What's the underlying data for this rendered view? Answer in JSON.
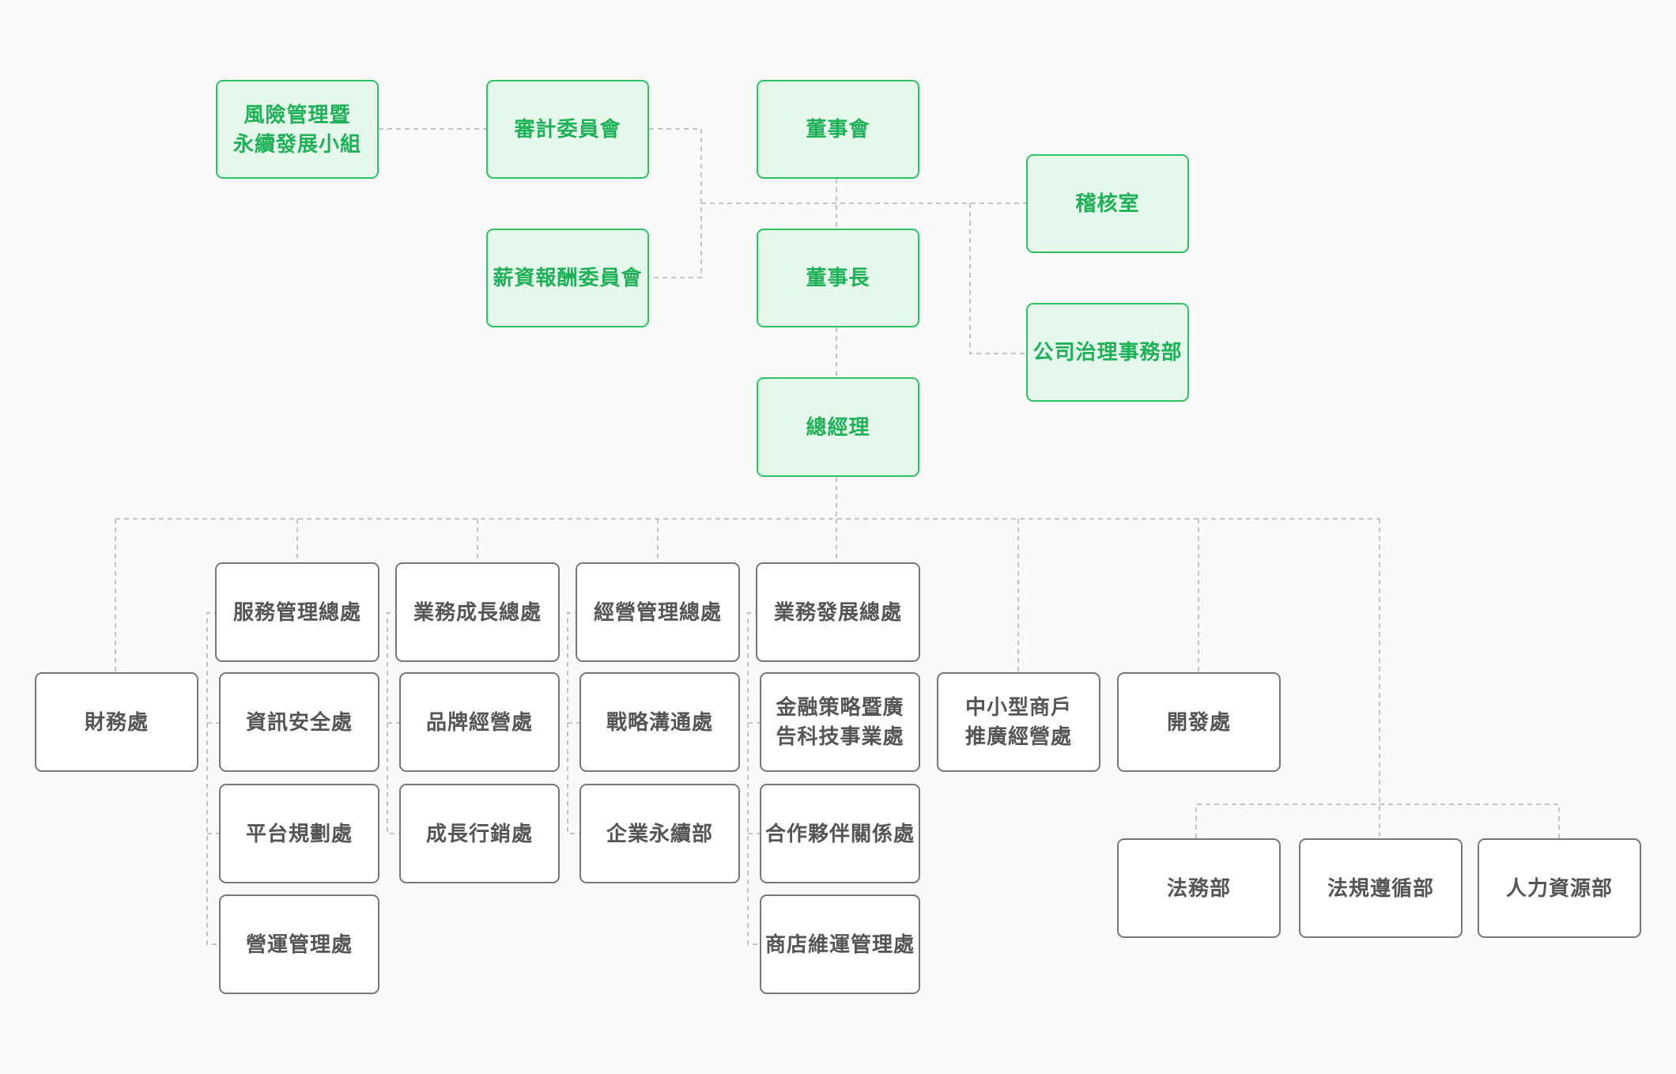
{
  "colors": {
    "background": "#f9f9f9",
    "governance_fill": "#e6f8ec",
    "governance_border": "#2cc463",
    "governance_text": "#1fb158",
    "department_fill": "#ffffff",
    "department_border": "#777777",
    "department_text": "#555555",
    "connector": "#c4c4c4"
  },
  "governance": {
    "risk_group": "風險管理暨\n永續發展小組",
    "audit_committee": "審計委員會",
    "board": "董事會",
    "audit_office": "稽核室",
    "compensation_committee": "薪資報酬委員會",
    "chairman": "董事長",
    "corporate_governance": "公司治理事務部",
    "president": "總經理"
  },
  "divisions": {
    "finance": "財務處",
    "service_management": {
      "name": "服務管理總處",
      "units": [
        "資訊安全處",
        "平台規劃處",
        "營運管理處"
      ]
    },
    "business_growth": {
      "name": "業務成長總處",
      "units": [
        "品牌經營處",
        "成長行銷處"
      ]
    },
    "operations_management": {
      "name": "經營管理總處",
      "units": [
        "戰略溝通處",
        "企業永續部"
      ]
    },
    "business_development": {
      "name": "業務發展總處",
      "units": [
        "金融策略暨廣\n告科技事業處",
        "合作夥伴關係處",
        "商店維運管理處"
      ]
    },
    "sme_promotion": "中小型商戶\n推廣經營處",
    "development": "開發處",
    "legal": "法務部",
    "compliance": "法規遵循部",
    "human_resources": "人力資源部"
  }
}
